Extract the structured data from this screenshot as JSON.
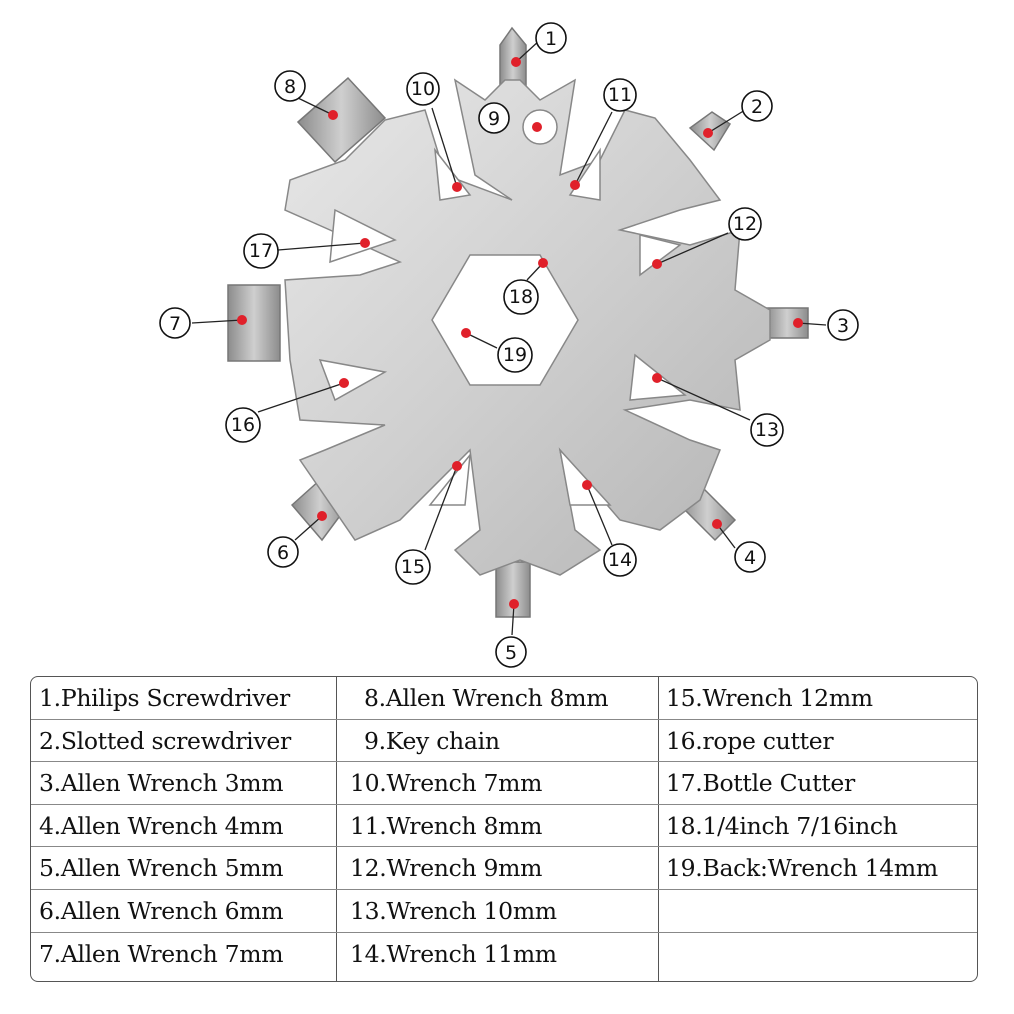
{
  "callouts": [
    "1",
    "2",
    "3",
    "4",
    "5",
    "6",
    "7",
    "8",
    "9",
    "10",
    "11",
    "12",
    "13",
    "14",
    "15",
    "16",
    "17",
    "18",
    "19"
  ],
  "legend": {
    "col1": [
      "1.Philips Screwdriver",
      "2.Slotted screwdriver",
      "3.Allen Wrench 3mm",
      "4.Allen Wrench 4mm",
      "5.Allen Wrench 5mm",
      "6.Allen Wrench 6mm",
      "7.Allen Wrench 7mm"
    ],
    "col2": [
      "8.Allen Wrench 8mm",
      "9.Key chain",
      "10.Wrench 7mm",
      "11.Wrench 8mm",
      "12.Wrench 9mm",
      "13.Wrench 10mm",
      "14.Wrench 11mm"
    ],
    "col3": [
      "15.Wrench 12mm",
      "16.rope cutter",
      "17.Bottle Cutter",
      "18.1/4inch  7/16inch",
      "19.Back:Wrench 14mm",
      ""
    ]
  },
  "colors": {
    "metal": "#cfcfcf",
    "metal_dark": "#9a9a9a",
    "marker": "#e0202a"
  }
}
